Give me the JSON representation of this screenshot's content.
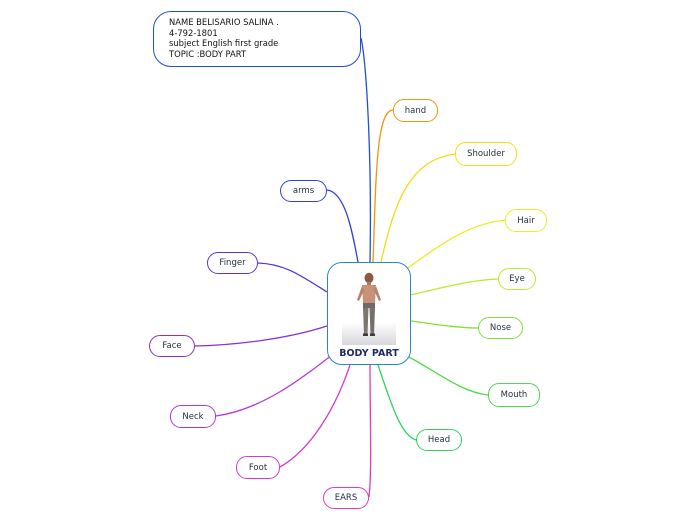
{
  "info_box": {
    "lines": [
      "NAME BELISARIO SALINA  .",
      "4-792-1801",
      "subject English first grade",
      "TOPIC :BODY PART"
    ],
    "border_color": "#1f4fd8"
  },
  "center": {
    "label": "BODY PART",
    "image": "person-photo",
    "border_color": "#2e86c1"
  },
  "branches": [
    {
      "label": "hand",
      "color": "#f0950c"
    },
    {
      "label": "Shoulder",
      "color": "#f2dc1a"
    },
    {
      "label": "Hair",
      "color": "#e6ef2a"
    },
    {
      "label": "Eye",
      "color": "#b8ea2e"
    },
    {
      "label": "Nose",
      "color": "#7ee23a"
    },
    {
      "label": "Mouth",
      "color": "#4fd94c"
    },
    {
      "label": "Head",
      "color": "#2fd35c"
    },
    {
      "label": "EARS",
      "color": "#e23ab8"
    },
    {
      "label": "Foot",
      "color": "#d43ad0"
    },
    {
      "label": "Neck",
      "color": "#b23ad9"
    },
    {
      "label": "Face",
      "color": "#8a2fd6"
    },
    {
      "label": "Finger",
      "color": "#5a35d2"
    },
    {
      "label": "arms",
      "color": "#2f45d0"
    }
  ]
}
